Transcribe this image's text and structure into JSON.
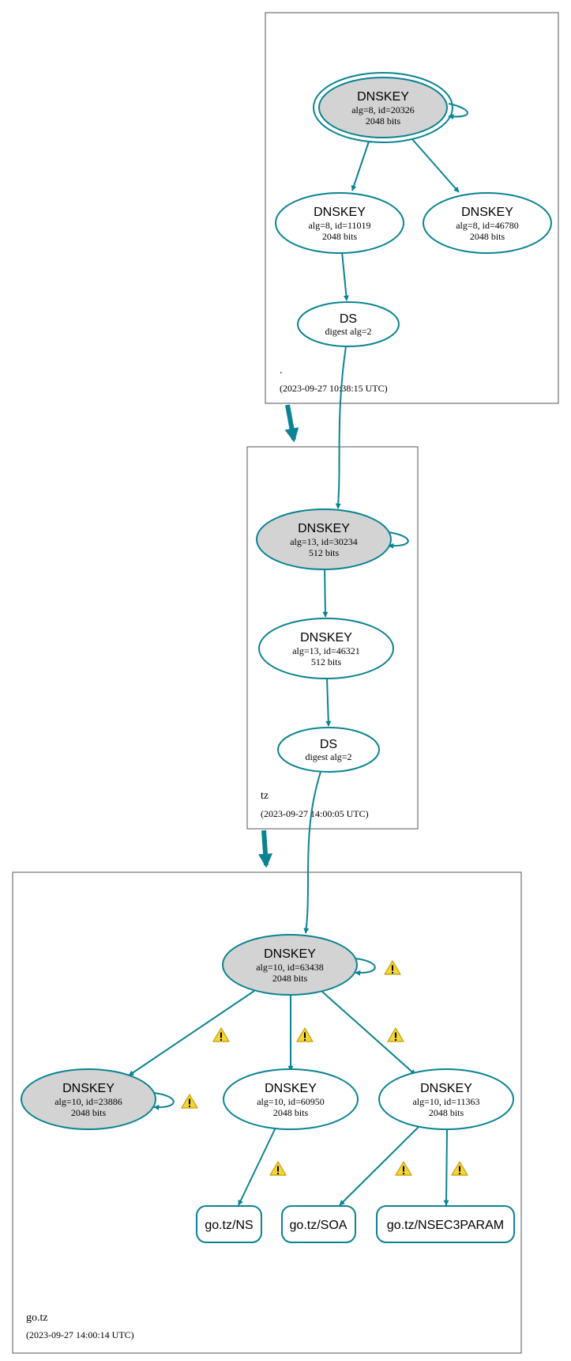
{
  "colors": {
    "edge": "#0b8392",
    "ksk_fill": "#d3d3d3",
    "node_fill": "#ffffff",
    "warning_fill": "#f5d63a",
    "warning_stroke": "#c49b00"
  },
  "zones": {
    "root": {
      "name": ".",
      "timestamp": "(2023-09-27 10:38:15 UTC)"
    },
    "tz": {
      "name": "tz",
      "timestamp": "(2023-09-27 14:00:05 UTC)"
    },
    "gotz": {
      "name": "go.tz",
      "timestamp": "(2023-09-27 14:00:14 UTC)"
    }
  },
  "nodes": {
    "root_ksk": {
      "title": "DNSKEY",
      "line1": "alg=8, id=20326",
      "line2": "2048 bits"
    },
    "root_zsk1": {
      "title": "DNSKEY",
      "line1": "alg=8, id=11019",
      "line2": "2048 bits"
    },
    "root_zsk2": {
      "title": "DNSKEY",
      "line1": "alg=8, id=46780",
      "line2": "2048 bits"
    },
    "root_ds": {
      "title": "DS",
      "line1": "digest alg=2"
    },
    "tz_ksk": {
      "title": "DNSKEY",
      "line1": "alg=13, id=30234",
      "line2": "512 bits"
    },
    "tz_zsk": {
      "title": "DNSKEY",
      "line1": "alg=13, id=46321",
      "line2": "512 bits"
    },
    "tz_ds": {
      "title": "DS",
      "line1": "digest alg=2"
    },
    "gotz_ksk": {
      "title": "DNSKEY",
      "line1": "alg=10, id=63438",
      "line2": "2048 bits"
    },
    "gotz_k1": {
      "title": "DNSKEY",
      "line1": "alg=10, id=23886",
      "line2": "2048 bits"
    },
    "gotz_k2": {
      "title": "DNSKEY",
      "line1": "alg=10, id=60950",
      "line2": "2048 bits"
    },
    "gotz_k3": {
      "title": "DNSKEY",
      "line1": "alg=10, id=11363",
      "line2": "2048 bits"
    }
  },
  "rrsets": {
    "ns": "go.tz/NS",
    "soa": "go.tz/SOA",
    "nsec3param": "go.tz/NSEC3PARAM"
  }
}
